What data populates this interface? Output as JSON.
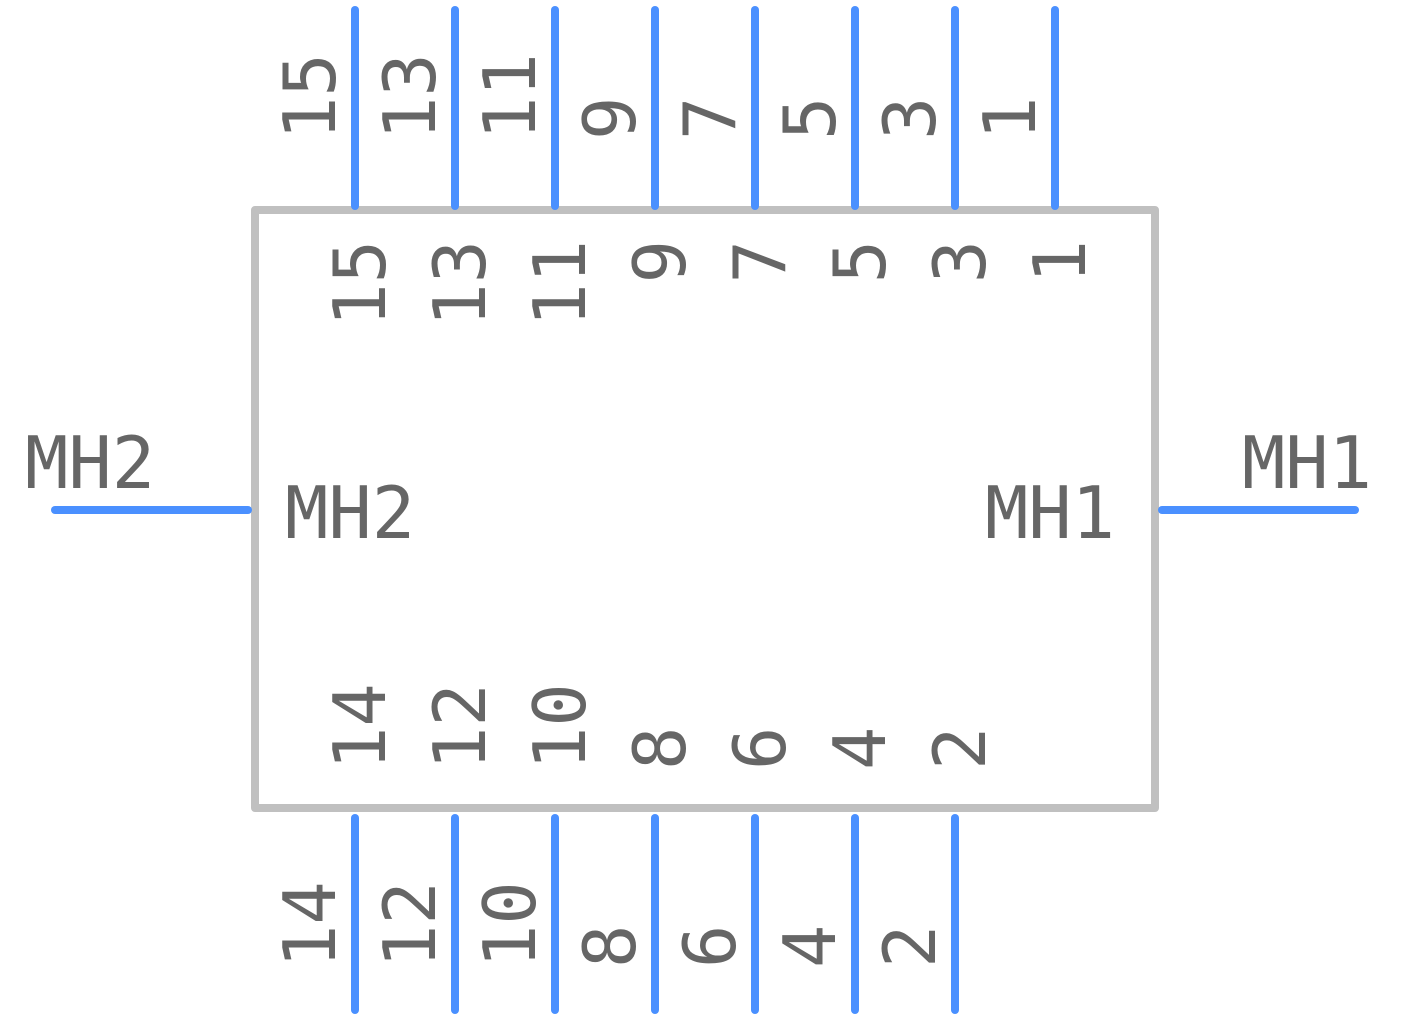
{
  "colors": {
    "pin": "#4A90FF",
    "body": "#C0C0C0",
    "text": "#666666",
    "background": "#FFFFFF"
  },
  "component": {
    "top_pins": [
      {
        "number": "15",
        "name": "15"
      },
      {
        "number": "13",
        "name": "13"
      },
      {
        "number": "11",
        "name": "11"
      },
      {
        "number": "9",
        "name": "9"
      },
      {
        "number": "7",
        "name": "7"
      },
      {
        "number": "5",
        "name": "5"
      },
      {
        "number": "3",
        "name": "3"
      },
      {
        "number": "1",
        "name": "1"
      }
    ],
    "bottom_pins": [
      {
        "number": "14",
        "name": "14"
      },
      {
        "number": "12",
        "name": "12"
      },
      {
        "number": "10",
        "name": "10"
      },
      {
        "number": "8",
        "name": "8"
      },
      {
        "number": "6",
        "name": "6"
      },
      {
        "number": "4",
        "name": "4"
      },
      {
        "number": "2",
        "name": "2"
      }
    ],
    "left_pin": {
      "number": "MH2",
      "name": "MH2"
    },
    "right_pin": {
      "number": "MH1",
      "name": "MH1"
    }
  }
}
